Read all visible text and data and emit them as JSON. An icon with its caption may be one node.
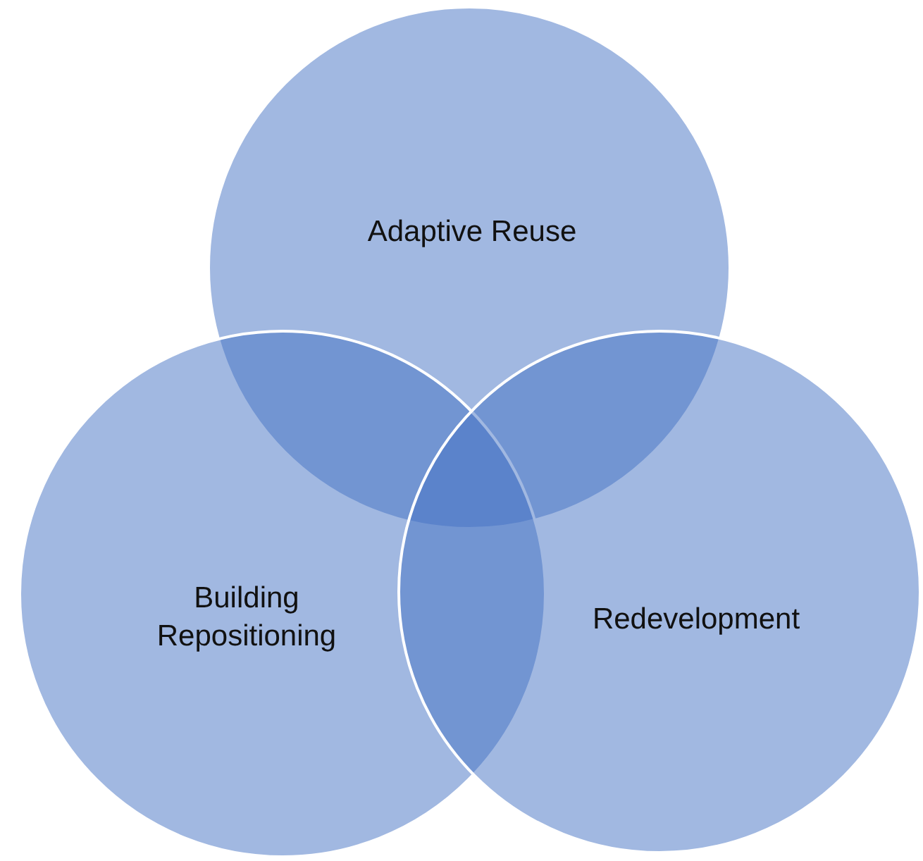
{
  "diagram": {
    "nodes": [
      {
        "text": [
          "Adaptive Reuse"
        ]
      },
      {
        "text": [
          "Building Repositioning"
        ]
      },
      {
        "text": [
          "Redevelopment"
        ]
      }
    ]
  }
}
